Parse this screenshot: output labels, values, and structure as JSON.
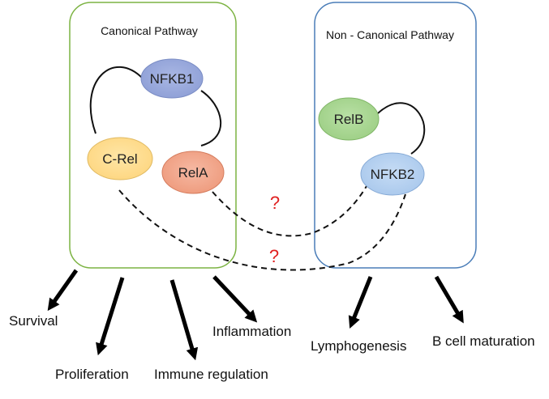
{
  "canonical": {
    "title": "Canonical Pathway",
    "border_color": "#7cb342",
    "nodes": {
      "nfkb1": {
        "label": "NFKB1",
        "color": "#8e9fd6"
      },
      "crel": {
        "label": "C-Rel",
        "color": "#fdd680"
      },
      "rela": {
        "label": "RelA",
        "color": "#ee9a7c"
      }
    }
  },
  "non_canonical": {
    "title": "Non - Canonical Pathway",
    "border_color": "#4a7db8",
    "nodes": {
      "relb": {
        "label": "RelB",
        "color": "#9dcf85"
      },
      "nfkb2": {
        "label": "NFKB2",
        "color": "#a9c8ec"
      }
    }
  },
  "unknown_marks": [
    "?",
    "?"
  ],
  "unknown_color": "#e02020",
  "outcomes": {
    "survival": "Survival",
    "proliferation": "Proliferation",
    "immune_regulation": "Immune regulation",
    "inflammation": "Inflammation",
    "lymphogenesis": "Lymphogenesis",
    "b_cell_maturation": "B cell maturation"
  }
}
